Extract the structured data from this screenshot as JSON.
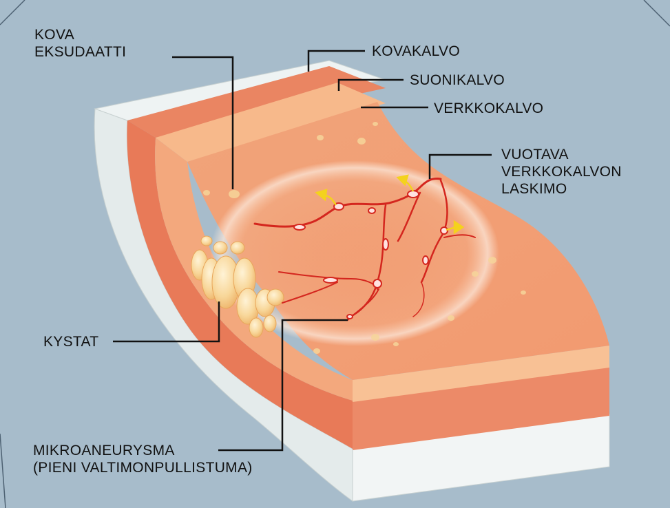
{
  "background_color": "#a7bccb",
  "layer_colors": {
    "sclera": "#e9eeee",
    "choroid": "#e8805e",
    "retina": "#f6b585",
    "vessel": "#d92b22",
    "exudate": "#f7d79a",
    "leak_arrow": "#f4d21d"
  },
  "labels": {
    "hard_exudate": [
      "KOVA",
      "EKSUDAATTI"
    ],
    "sclera": "KOVAKALVO",
    "choroid": "SUONIKALVO",
    "retina": "VERKKOKALVO",
    "leaking_vessel": [
      "VUOTAVA",
      "VERKKOKALVON",
      "LASKIMO"
    ],
    "cysts": "KYSTAT",
    "microaneurysm": [
      "MIKROANEURYSMA",
      "(PIENI VALTIMONPULLISTUMA)"
    ]
  }
}
